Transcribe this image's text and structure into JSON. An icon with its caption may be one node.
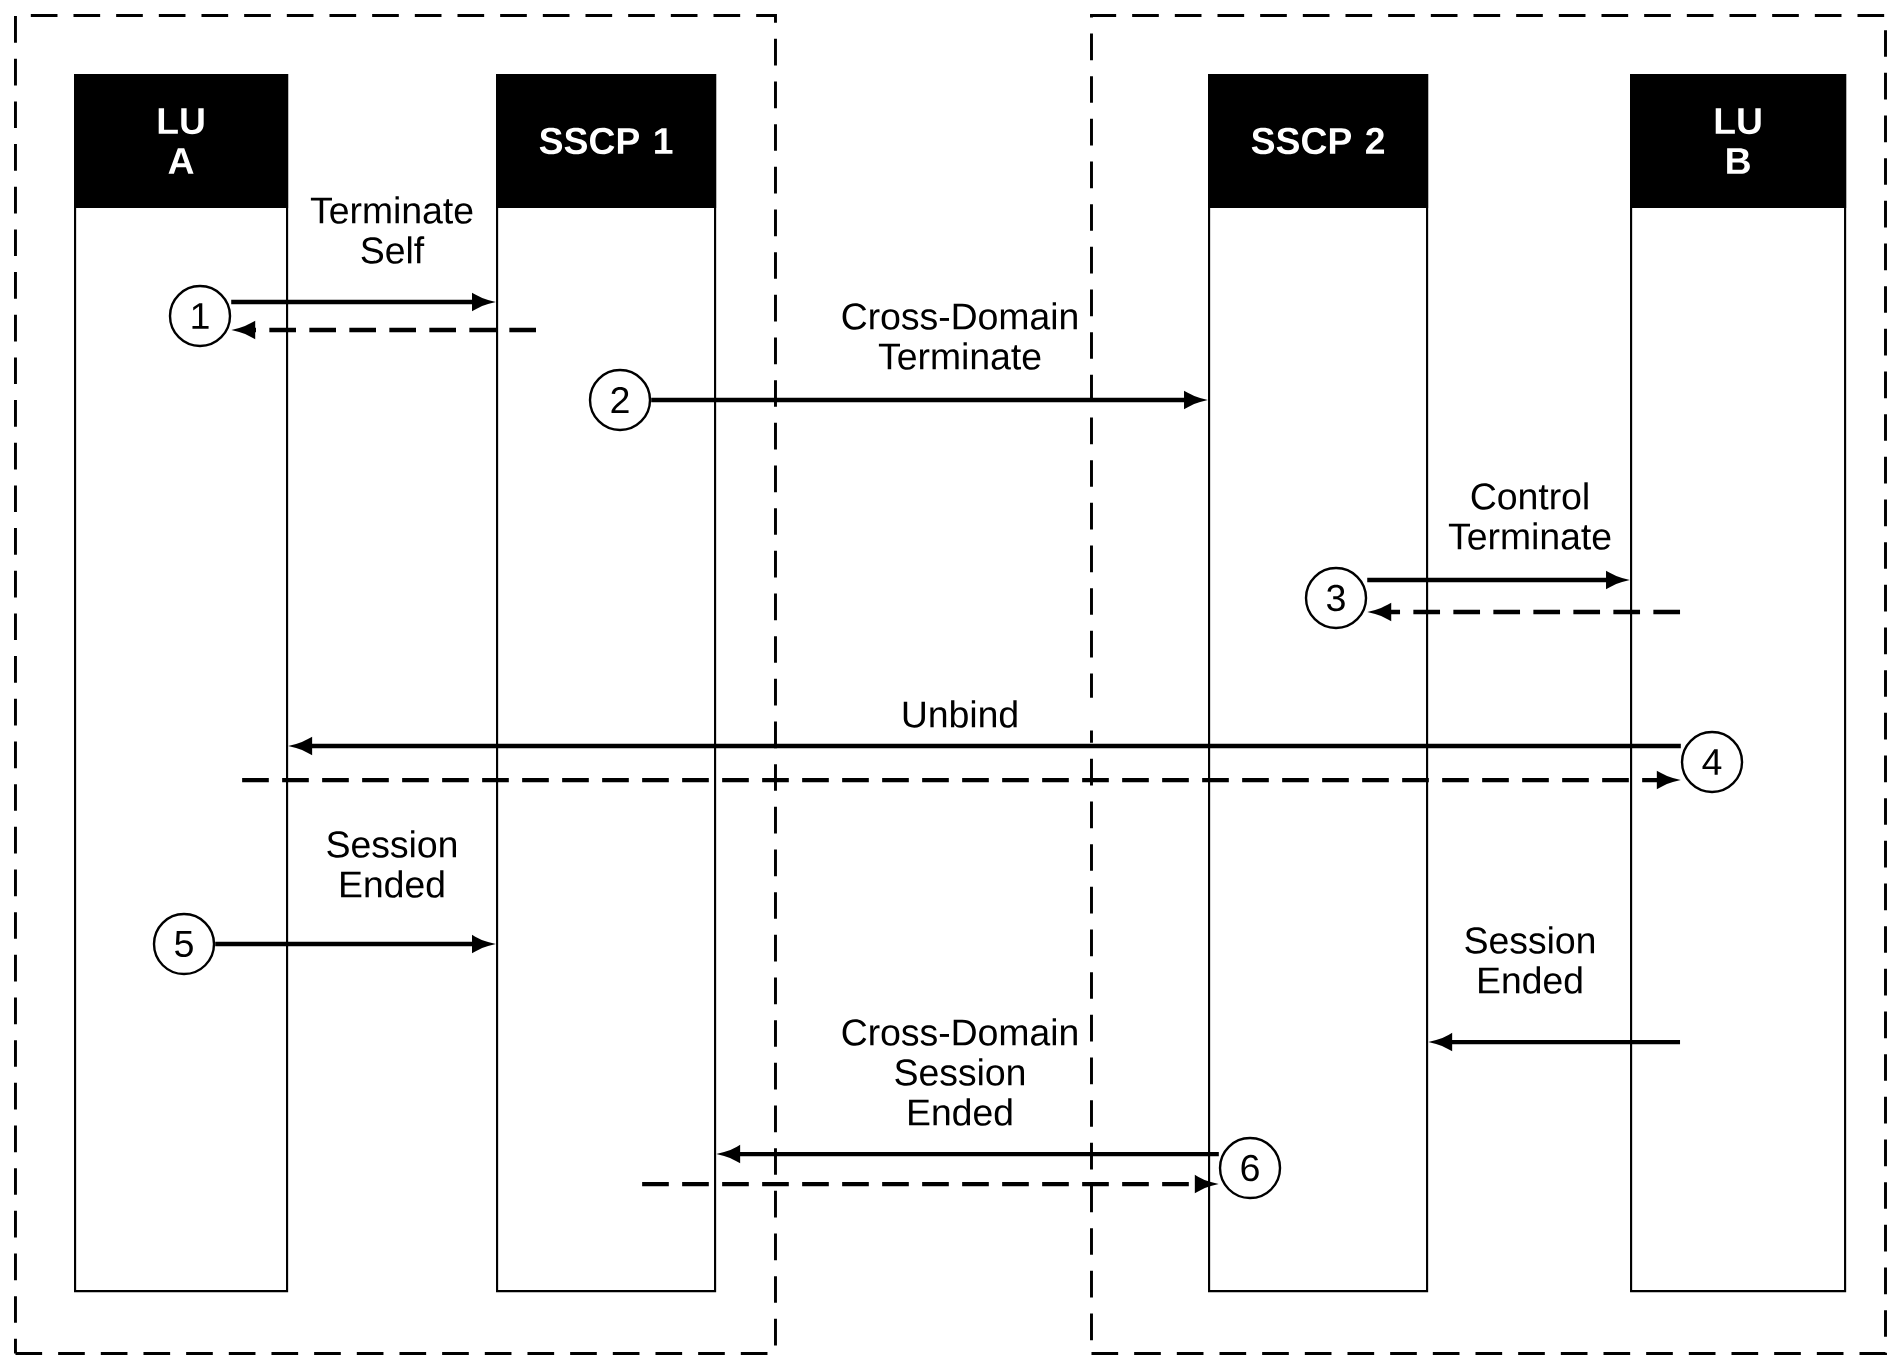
{
  "diagram": {
    "nodes": [
      {
        "text": [],
        "shape": "box"
      },
      {
        "text": [
          "LU A"
        ],
        "in": 0
      },
      {
        "text": [
          "SSCP 1"
        ],
        "in": 0
      },
      {
        "text": [],
        "shape": "box"
      },
      {
        "text": [
          "SSCP 2"
        ],
        "in": 3
      },
      {
        "text": [
          "LU B"
        ],
        "in": 3
      },
      {
        "text": [
          "1"
        ],
        "in": 1
      },
      {
        "text": [
          "2"
        ],
        "in": 2
      },
      {
        "text": [
          "3"
        ],
        "in": 4
      },
      {
        "text": [
          "4"
        ],
        "in": 5
      },
      {
        "text": [
          "5"
        ],
        "in": 1
      },
      {
        "text": [
          "6"
        ],
        "in": 4
      }
    ],
    "edges": [
      {
        "from": 6,
        "to": 2,
        "arrow": "to",
        "label": "Terminate Self"
      },
      {
        "from": 2,
        "to": 6,
        "arrow": "to",
        "style": "dashed"
      },
      {
        "from": 7,
        "to": 4,
        "arrow": "to",
        "label": "Cross-Domain Terminate"
      },
      {
        "from": 8,
        "to": 5,
        "arrow": "to",
        "label": "Control Terminate"
      },
      {
        "from": 5,
        "to": 8,
        "arrow": "to",
        "style": "dashed"
      },
      {
        "from": 9,
        "to": 1,
        "arrow": "to",
        "label": "Unbind"
      },
      {
        "from": 1,
        "to": 9,
        "arrow": "to",
        "style": "dashed"
      },
      {
        "from": 10,
        "to": 2,
        "arrow": "to",
        "label": "Session Ended"
      },
      {
        "from": 5,
        "to": 4,
        "arrow": "to",
        "label": "Session Ended"
      },
      {
        "from": 11,
        "to": 2,
        "arrow": "to",
        "label": "Cross-Domain Session Ended"
      },
      {
        "from": 2,
        "to": 11,
        "arrow": "to",
        "style": "dashed"
      }
    ]
  }
}
